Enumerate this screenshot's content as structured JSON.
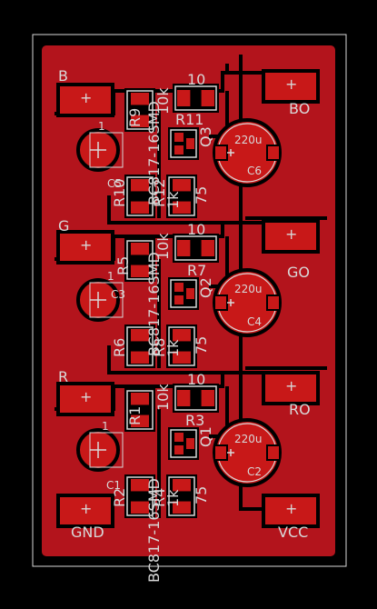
{
  "board": {
    "colors": {
      "background": "#000000",
      "copper": "#b3141c",
      "copper_outline": "#000000",
      "silk": "#d8d8d8",
      "pad": "#c81818"
    }
  },
  "labels": {
    "b": "B",
    "g": "G",
    "r": "R",
    "gnd": "GND",
    "bo": "BO",
    "go": "GO",
    "ro": "RO",
    "vcc": "VCC",
    "r9": "R9",
    "r10": "R10",
    "r11": "R11",
    "r12": "R12",
    "c5": "C5",
    "c6": "C6",
    "q3": "Q3",
    "r5": "R5",
    "r6": "R6",
    "r7": "R7",
    "r8": "R8",
    "c3": "C3",
    "c4": "C4",
    "q2": "Q2",
    "r1": "R1",
    "r2": "R2",
    "r3": "R3",
    "r4": "R4",
    "c1": "C1",
    "c2": "C2",
    "q1": "Q1",
    "v10": "10",
    "v10k": "10k",
    "v75": "75",
    "v220u": "220u",
    "v1k": "1k",
    "v1": "1",
    "part_bc817": "BC817-16SMD",
    "plus": "+"
  }
}
